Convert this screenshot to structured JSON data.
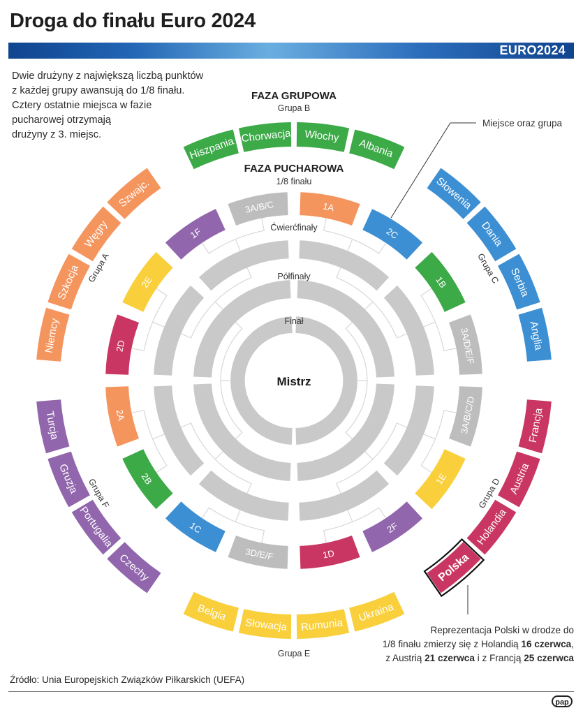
{
  "title": "Droga do finału Euro 2024",
  "brand": "EURO2024",
  "intro": [
    "Dwie drużyny z największą liczbą punktów",
    "z każdej grupy awansują do 1/8 finału.",
    "Cztery ostatnie miejsca w fazie",
    "pucharowej otrzymają",
    "drużyny z 3. miejsc."
  ],
  "headings": {
    "group_phase": "FAZA GRUPOWA",
    "knockout_phase": "FAZA PUCHAROWA"
  },
  "round_labels": {
    "r16": "1/8 finału",
    "qf": "Ćwierćfinały",
    "sf": "Półfinały",
    "final": "Finał",
    "champion": "Mistrz"
  },
  "callout": "Miejsce oraz grupa",
  "colors": {
    "A": "#f4955e",
    "B": "#3daa48",
    "C": "#3d8fd3",
    "D": "#c93663",
    "E": "#f9cf3b",
    "F": "#9166ad",
    "third": "#bdbdbd",
    "bracket": "#c9c9c9"
  },
  "groups": [
    {
      "name": "Grupa A",
      "color": "A",
      "teams": [
        "Niemcy",
        "Szkocja",
        "Węgry",
        "Szwajc."
      ]
    },
    {
      "name": "Grupa B",
      "color": "B",
      "teams": [
        "Hiszpania",
        "Chorwacja",
        "Włochy",
        "Albania"
      ]
    },
    {
      "name": "Grupa C",
      "color": "C",
      "teams": [
        "Słowenia",
        "Dania",
        "Serbia",
        "Anglia"
      ]
    },
    {
      "name": "Grupa D",
      "color": "D",
      "teams": [
        "Francja",
        "Austria",
        "Holandia",
        "Polska"
      ]
    },
    {
      "name": "Grupa E",
      "color": "E",
      "teams": [
        "Ukraina",
        "Rumunia",
        "Słowacja",
        "Belgia"
      ]
    },
    {
      "name": "Grupa F",
      "color": "F",
      "teams": [
        "Czechy",
        "Portugalia",
        "Gruzja",
        "Turcja"
      ]
    }
  ],
  "r16_slots": [
    {
      "label": "1A",
      "color": "A"
    },
    {
      "label": "2C",
      "color": "C"
    },
    {
      "label": "1B",
      "color": "B"
    },
    {
      "label": "3A/D/E/F",
      "color": "third"
    },
    {
      "label": "3A/B/C/D",
      "color": "third"
    },
    {
      "label": "1E",
      "color": "E"
    },
    {
      "label": "2F",
      "color": "F"
    },
    {
      "label": "1D",
      "color": "D"
    },
    {
      "label": "3D/E/F",
      "color": "third"
    },
    {
      "label": "1C",
      "color": "C"
    },
    {
      "label": "2B",
      "color": "B"
    },
    {
      "label": "2A",
      "color": "A"
    },
    {
      "label": "2D",
      "color": "D"
    },
    {
      "label": "2E",
      "color": "E"
    },
    {
      "label": "1F",
      "color": "F"
    },
    {
      "label": "3A/B/C",
      "color": "third"
    }
  ],
  "poland_note": {
    "line1": "Reprezentacja Polski w drodze do",
    "line2_prefix": "1/8 finału zmierzy się z Holandią ",
    "date1": "16 czerwca",
    "line2_suffix": ",",
    "line3_prefix": "z Austrią ",
    "date2": "21 czerwca",
    "line3_mid": " i z Francją ",
    "date3": "25 czerwca"
  },
  "source": "Źródło: Unia Europejskich Związków Piłkarskich (UEFA)",
  "agency_logo": "pap"
}
